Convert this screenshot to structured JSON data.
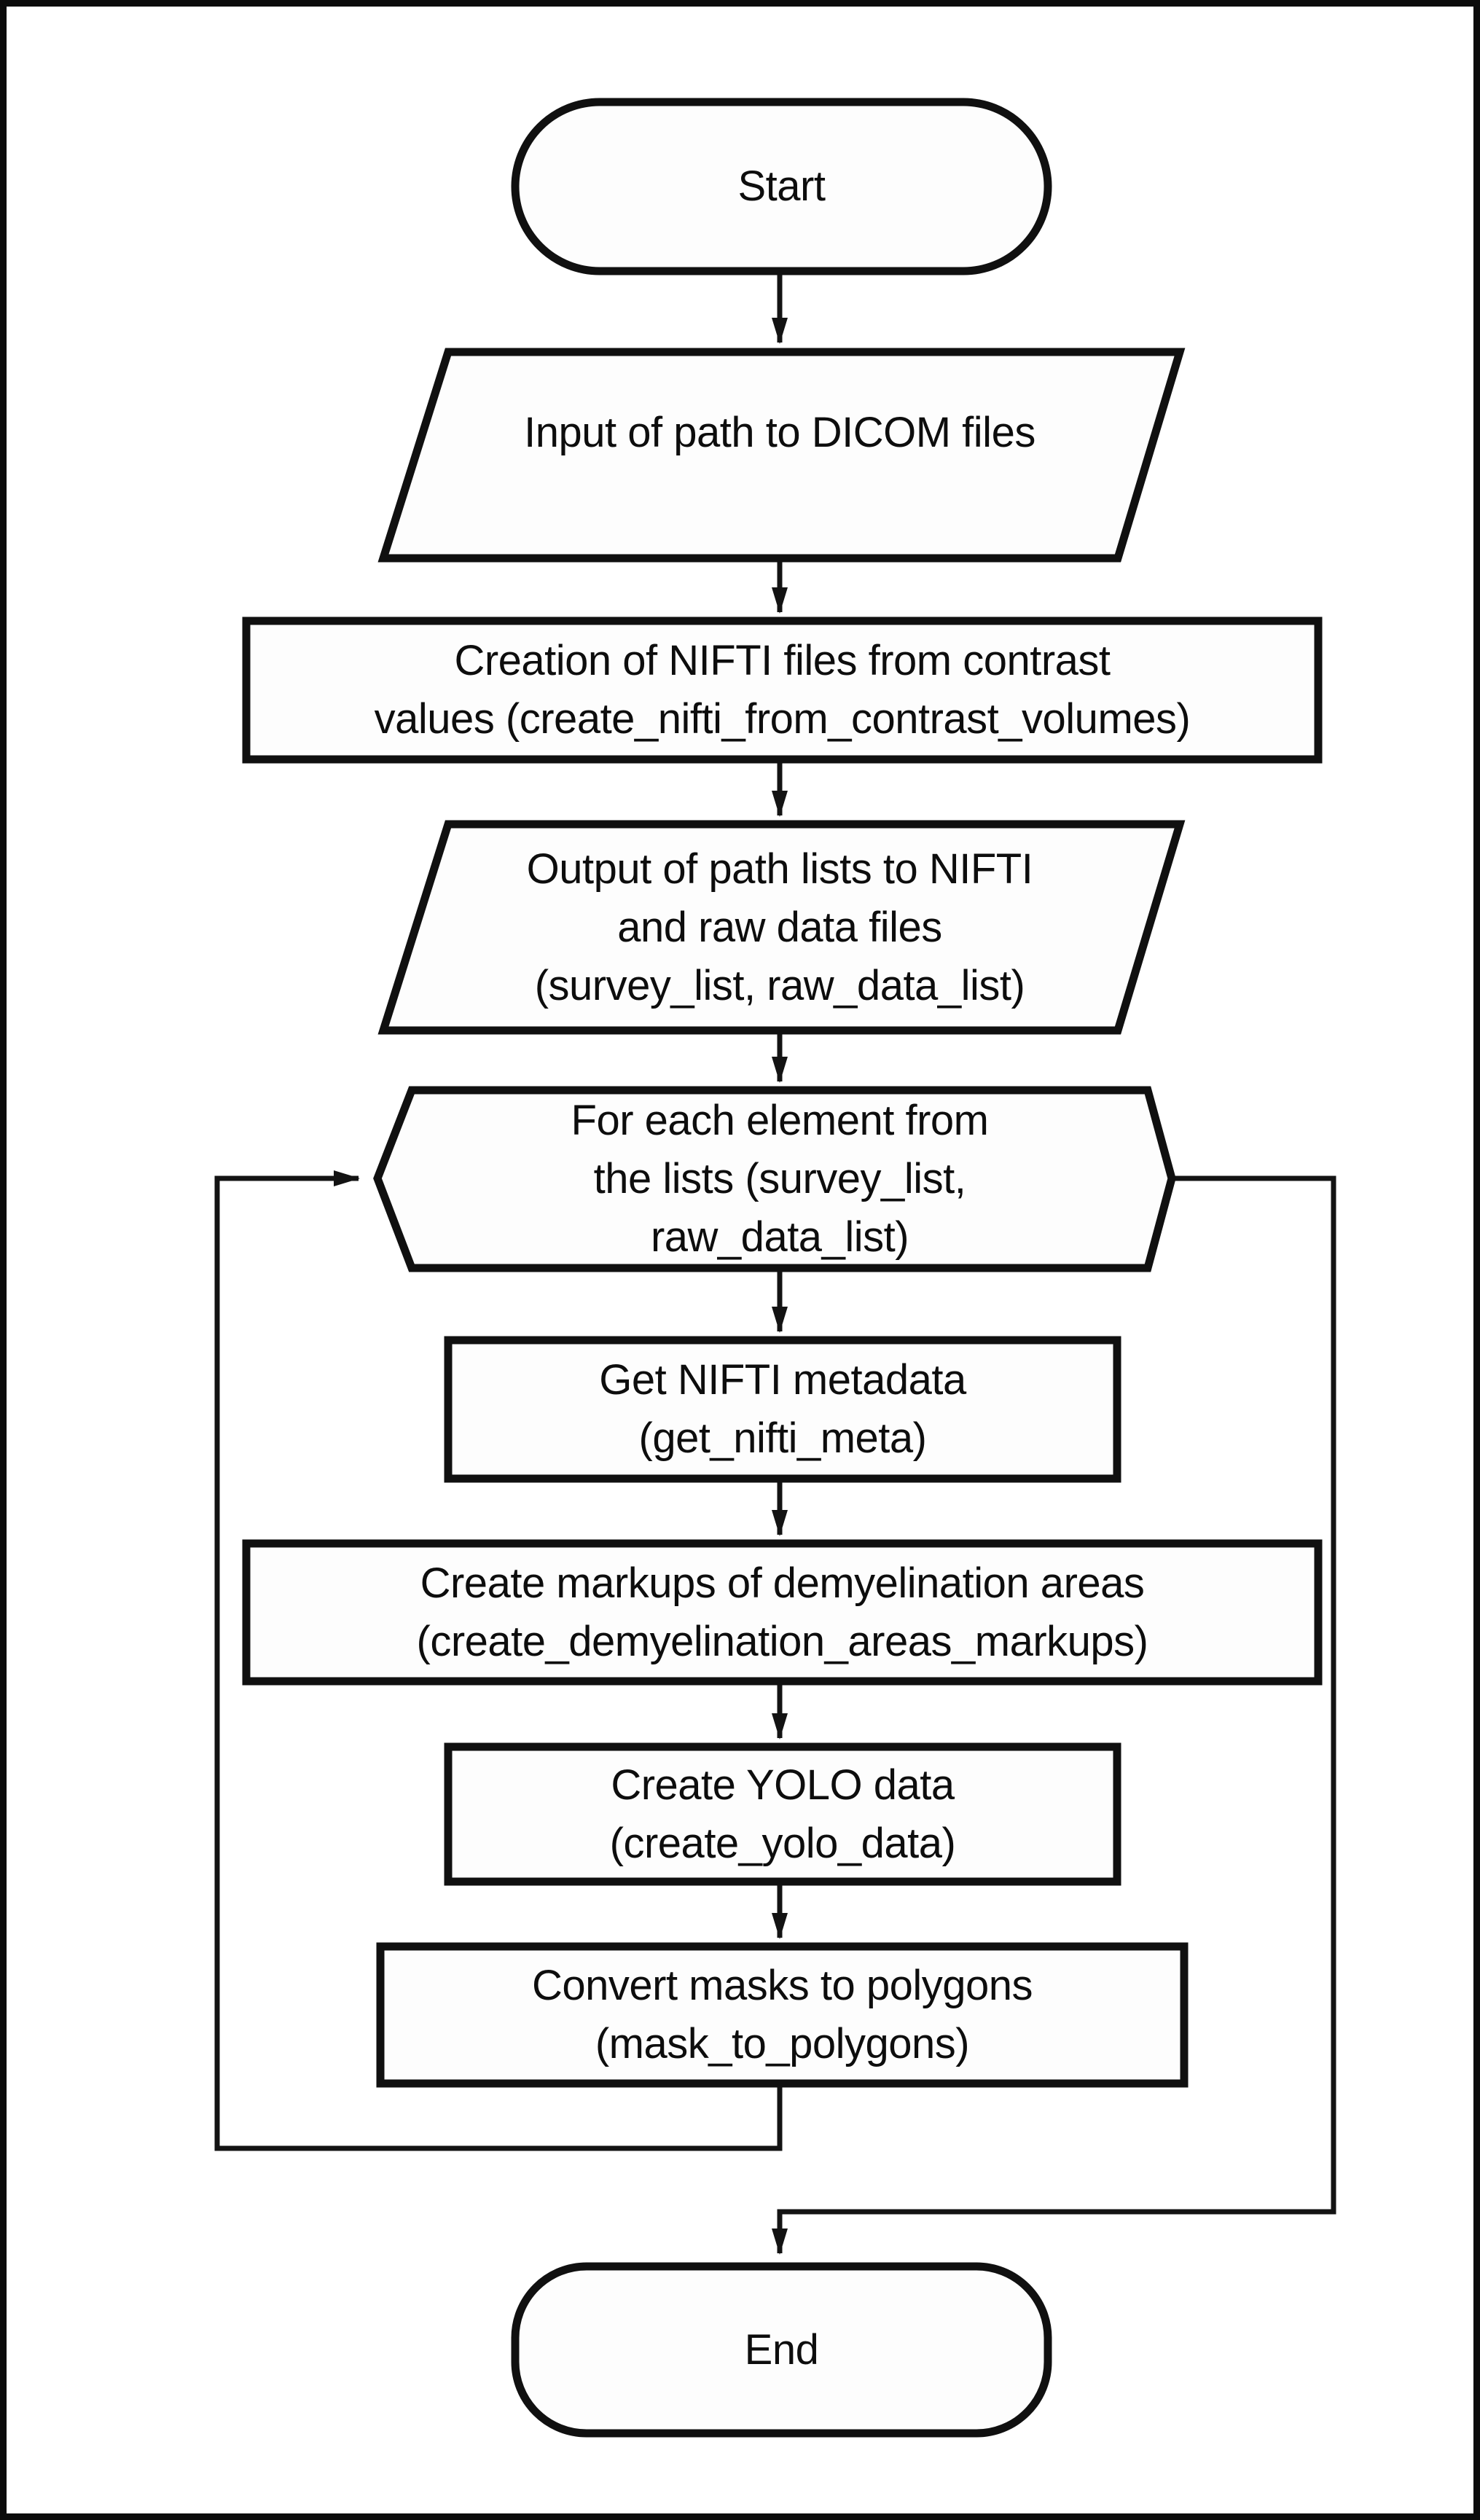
{
  "diagram": {
    "type": "flowchart",
    "colors": {
      "stroke": "#000000",
      "node_fill": "#ffffff",
      "background": "#ffffff",
      "text": "#000000"
    },
    "nodes": [
      {
        "id": "start",
        "shape": "terminator",
        "label": "Start"
      },
      {
        "id": "input-dicom",
        "shape": "input-output",
        "lines": [
          "Input of path to DICOM files"
        ]
      },
      {
        "id": "create-nifti",
        "shape": "process",
        "lines": [
          "Creation of NIFTI files from contrast",
          "values (create_nifti_from_contrast_volumes)"
        ]
      },
      {
        "id": "output-paths",
        "shape": "input-output",
        "lines": [
          "Output of path lists to NIFTI",
          "and raw data files",
          "(survey_list, raw_data_list)"
        ]
      },
      {
        "id": "for-each",
        "shape": "loop-limit",
        "lines": [
          "For each element from",
          "the lists (survey_list,",
          "raw_data_list)"
        ]
      },
      {
        "id": "get-meta",
        "shape": "process",
        "lines": [
          "Get NIFTI metadata",
          "(get_nifti_meta)"
        ]
      },
      {
        "id": "create-markups",
        "shape": "process",
        "lines": [
          "Create markups of demyelination areas",
          "(create_demyelination_areas_markups)"
        ]
      },
      {
        "id": "create-yolo",
        "shape": "process",
        "lines": [
          "Create YOLO data",
          "(create_yolo_data)"
        ]
      },
      {
        "id": "convert-masks",
        "shape": "process",
        "lines": [
          "Convert masks to polygons",
          "(mask_to_polygons)"
        ]
      },
      {
        "id": "end",
        "shape": "terminator",
        "label": "End"
      }
    ],
    "edges": [
      {
        "from": "start",
        "to": "input-dicom"
      },
      {
        "from": "input-dicom",
        "to": "create-nifti"
      },
      {
        "from": "create-nifti",
        "to": "output-paths"
      },
      {
        "from": "output-paths",
        "to": "for-each"
      },
      {
        "from": "for-each",
        "to": "get-meta"
      },
      {
        "from": "get-meta",
        "to": "create-markups"
      },
      {
        "from": "create-markups",
        "to": "create-yolo"
      },
      {
        "from": "create-yolo",
        "to": "convert-masks"
      },
      {
        "from": "convert-masks",
        "to": "for-each",
        "kind": "loop-back-left"
      },
      {
        "from": "for-each",
        "to": "end",
        "kind": "loop-exit-right"
      }
    ]
  }
}
